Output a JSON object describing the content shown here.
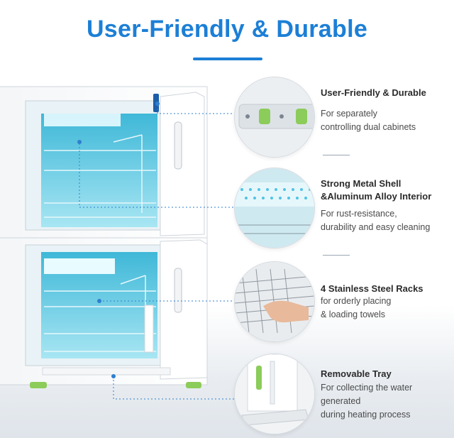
{
  "header": {
    "title": "User-Friendly & Durable"
  },
  "colors": {
    "accent": "#1c7fd6",
    "light": "#59d3ef",
    "switch": "#8ccc5a"
  },
  "features": [
    {
      "title": "User-Friendly & Durable",
      "lines": [
        "For separately",
        "controlling dual cabinets"
      ],
      "image": "control-switch-closeup"
    },
    {
      "title_lines": [
        "Strong Metal Shell",
        "&Aluminum Alloy Interior"
      ],
      "lines": [
        "For rust-resistance,",
        "durability and easy cleaning"
      ],
      "image": "metal-interior-closeup"
    },
    {
      "title": "4 Stainless Steel Racks",
      "lines": [
        "for orderly placing",
        "& loading towels"
      ],
      "image": "rack-hand-closeup"
    },
    {
      "title": "Removable Tray",
      "lines": [
        "For collecting the water",
        "generated",
        "during heating process"
      ],
      "image": "tray-closeup"
    }
  ]
}
